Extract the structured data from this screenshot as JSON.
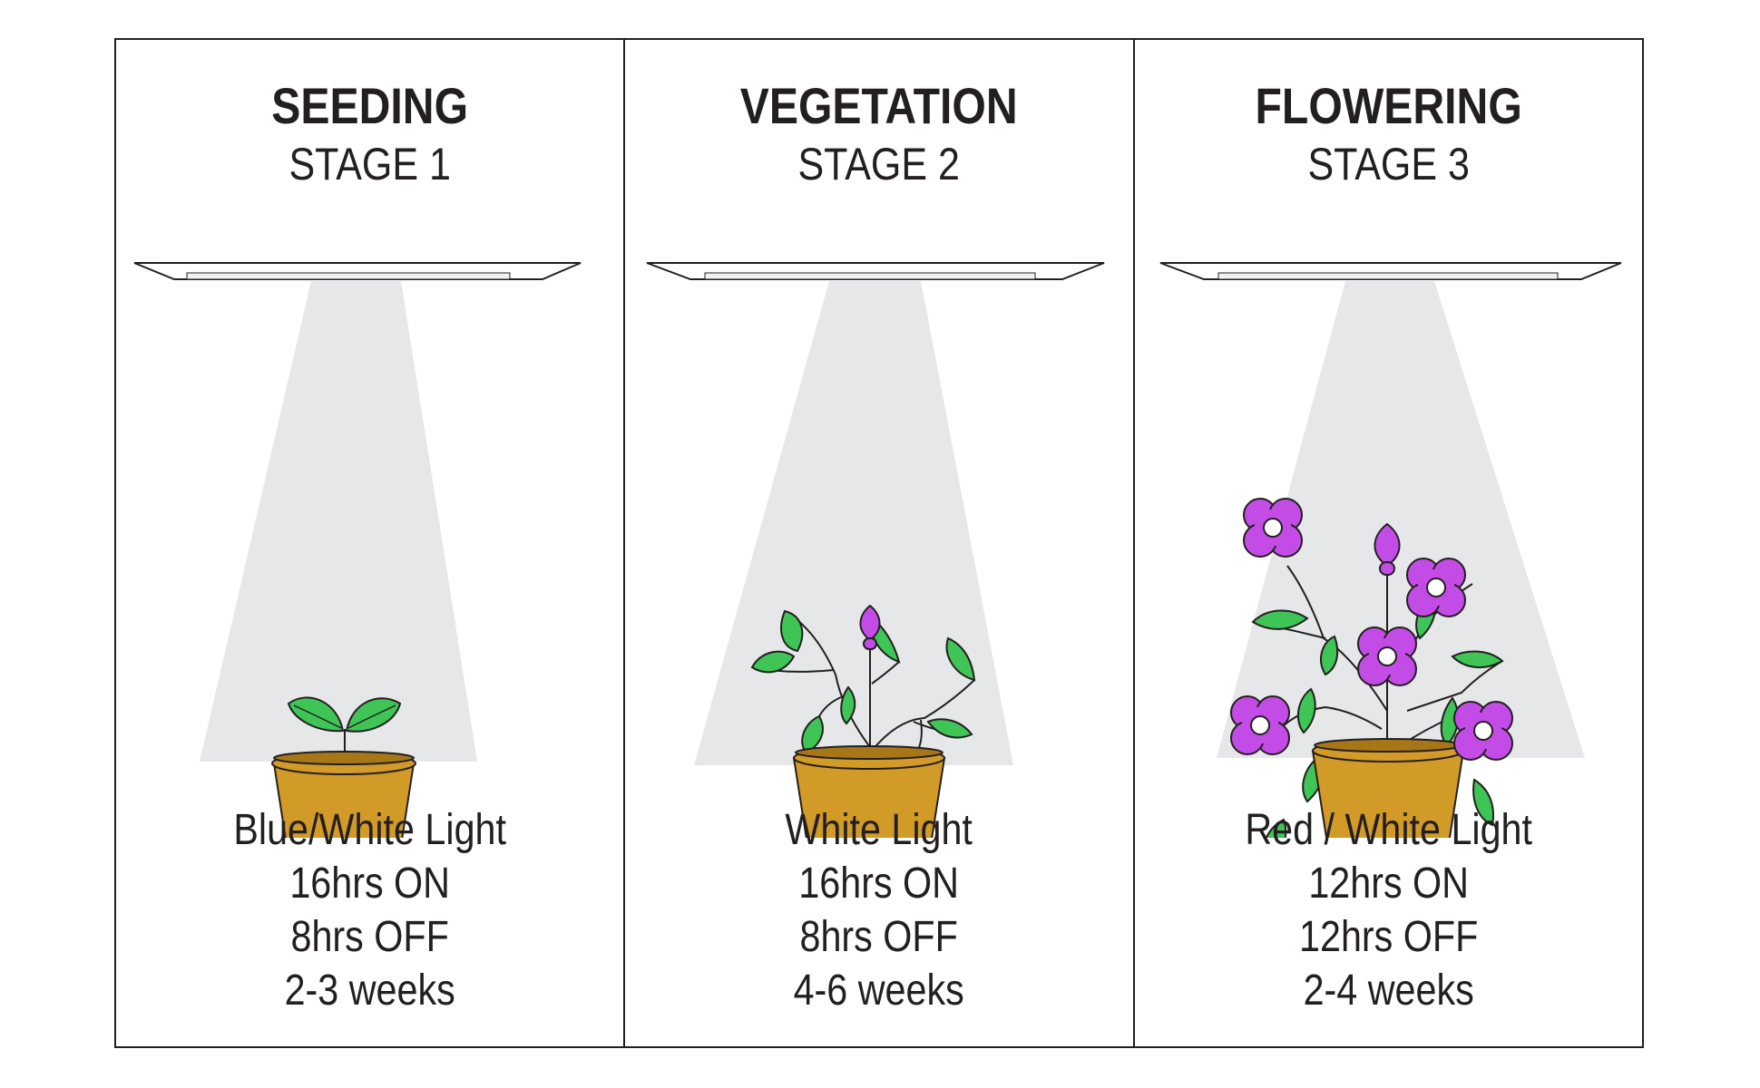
{
  "stages": [
    {
      "name": "SEEDING",
      "stage": "STAGE 1",
      "light": "Blue/White Light",
      "on": "16hrs ON",
      "off": "8hrs OFF",
      "duration": "2-3 weeks"
    },
    {
      "name": "VEGETATION",
      "stage": "STAGE 2",
      "light": "White Light",
      "on": "16hrs ON",
      "off": "8hrs OFF",
      "duration": "4-6 weeks"
    },
    {
      "name": "FLOWERING",
      "stage": "STAGE 3",
      "light": "Red / White Light",
      "on": "12hrs ON",
      "off": "12hrs OFF",
      "duration": "2-4 weeks"
    }
  ],
  "colors": {
    "leaf": "#3fc456",
    "pot": "#d29a27",
    "flower": "#c34ce6",
    "beam": "#e6e7e8",
    "outline": "#231f20"
  }
}
